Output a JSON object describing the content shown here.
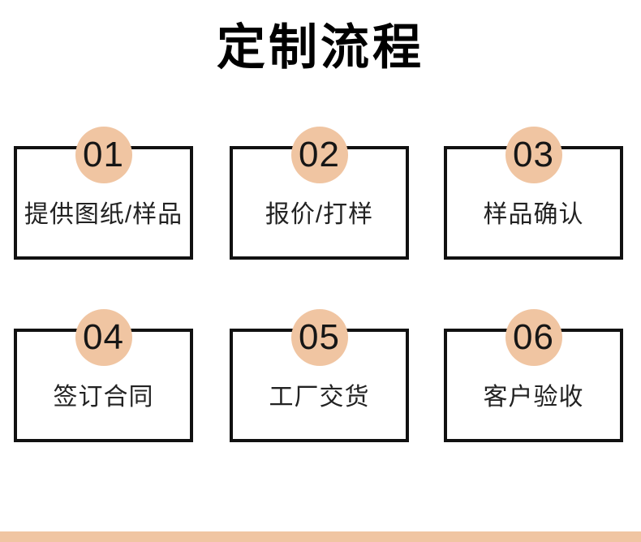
{
  "page": {
    "title": "定制流程"
  },
  "steps": [
    {
      "number": "01",
      "label": "提供图纸/样品"
    },
    {
      "number": "02",
      "label": "报价/打样"
    },
    {
      "number": "03",
      "label": "样品确认"
    },
    {
      "number": "04",
      "label": "签订合同"
    },
    {
      "number": "05",
      "label": "工厂交货"
    },
    {
      "number": "06",
      "label": "客户验收"
    }
  ],
  "colors": {
    "accent": "#f0c5a2",
    "border": "#111111",
    "title": "#000000",
    "text": "#222222",
    "background": "#ffffff"
  }
}
